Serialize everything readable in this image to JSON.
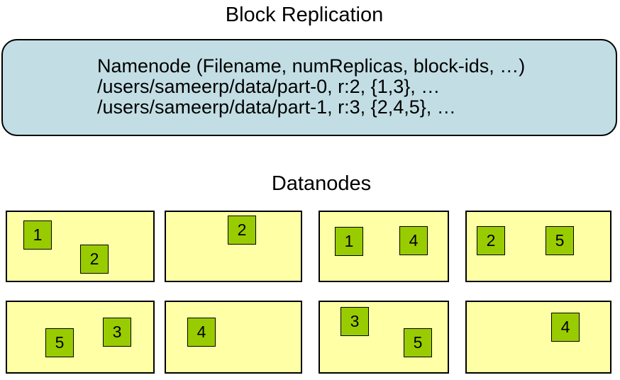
{
  "title": "Block Replication",
  "namenode": {
    "header": "Namenode (Filename, numReplicas, block-ids, …)",
    "entries": [
      "/users/sameerp/data/part-0, r:2, {1,3}, …",
      "/users/sameerp/data/part-1, r:3, {2,4,5}, …"
    ]
  },
  "datanodes_heading": "Datanodes",
  "datanodes": [
    {
      "blocks": [
        {
          "label": "1"
        },
        {
          "label": "2"
        }
      ]
    },
    {
      "blocks": [
        {
          "label": "2"
        }
      ]
    },
    {
      "blocks": [
        {
          "label": "1"
        },
        {
          "label": "4"
        }
      ]
    },
    {
      "blocks": [
        {
          "label": "2"
        },
        {
          "label": "5"
        }
      ]
    },
    {
      "blocks": [
        {
          "label": "5"
        },
        {
          "label": "3"
        }
      ]
    },
    {
      "blocks": [
        {
          "label": "4"
        }
      ]
    },
    {
      "blocks": [
        {
          "label": "3"
        },
        {
          "label": "5"
        }
      ]
    },
    {
      "blocks": [
        {
          "label": "4"
        }
      ]
    }
  ],
  "colors": {
    "namenode_fill": "#c2dee4",
    "datanode_fill": "#ffffa6",
    "block_fill": "#99cc00",
    "border": "#000000"
  }
}
